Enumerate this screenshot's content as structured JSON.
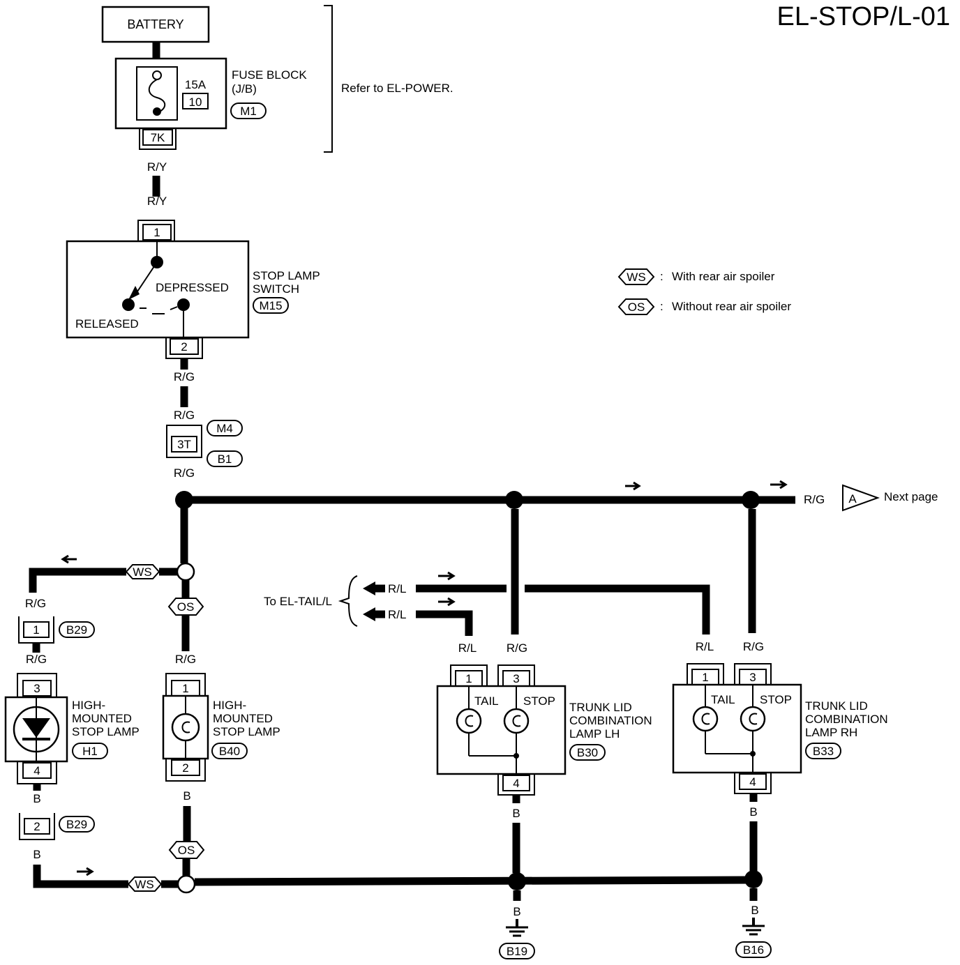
{
  "page_title": "EL-STOP/L-01",
  "battery": {
    "label": "BATTERY"
  },
  "fuse_block": {
    "name_line1": "FUSE BLOCK",
    "name_line2": "(J/B)",
    "rating": "15A",
    "fuse_number": "10",
    "connector_id": "M1",
    "terminal": "7K",
    "note": "Refer to EL-POWER."
  },
  "wire_colors": {
    "r_y": "R/Y",
    "r_g": "R/G",
    "r_l": "R/L",
    "b": "B"
  },
  "stop_lamp_switch": {
    "name_line1": "STOP LAMP",
    "name_line2": "SWITCH",
    "connector_id": "M15",
    "depressed": "DEPRESSED",
    "released": "RELEASED",
    "pin_in": "1",
    "pin_out": "2"
  },
  "joint_connector": {
    "terminal": "3T",
    "connector_top": "M4",
    "connector_bottom": "B1"
  },
  "legend": [
    {
      "code": "WS",
      "text": "With rear air spoiler"
    },
    {
      "code": "OS",
      "text": "Without rear air spoiler"
    }
  ],
  "legend_separator": ":",
  "next_page": {
    "wire": "R/G",
    "marker": "A",
    "label": "Next page"
  },
  "el_tail": {
    "label": "To EL-TAIL/L"
  },
  "hmsl_led": {
    "name_line1": "HIGH-",
    "name_line2": "MOUNTED",
    "name_line3": "STOP LAMP",
    "connector_id": "H1",
    "pin_in": "3",
    "pin_out": "4",
    "upper_conn_pin": "1",
    "lower_conn_pin": "2",
    "upper_conn_id": "B29",
    "lower_conn_id": "B29"
  },
  "hmsl_bulb": {
    "name_line1": "HIGH-",
    "name_line2": "MOUNTED",
    "name_line3": "STOP LAMP",
    "connector_id": "B40",
    "pin_in": "1",
    "pin_out": "2"
  },
  "trunk_lid_lh": {
    "name_line1": "TRUNK LID",
    "name_line2": "COMBINATION",
    "name_line3": "LAMP LH",
    "connector_id": "B30",
    "tail": "TAIL",
    "stop": "STOP",
    "pin_tail": "1",
    "pin_stop": "3",
    "pin_ground": "4"
  },
  "trunk_lid_rh": {
    "name_line1": "TRUNK LID",
    "name_line2": "COMBINATION",
    "name_line3": "LAMP RH",
    "connector_id": "B33",
    "tail": "TAIL",
    "stop": "STOP",
    "pin_tail": "1",
    "pin_stop": "3",
    "pin_ground": "4"
  },
  "grounds": [
    {
      "id": "B19"
    },
    {
      "id": "B16"
    }
  ]
}
